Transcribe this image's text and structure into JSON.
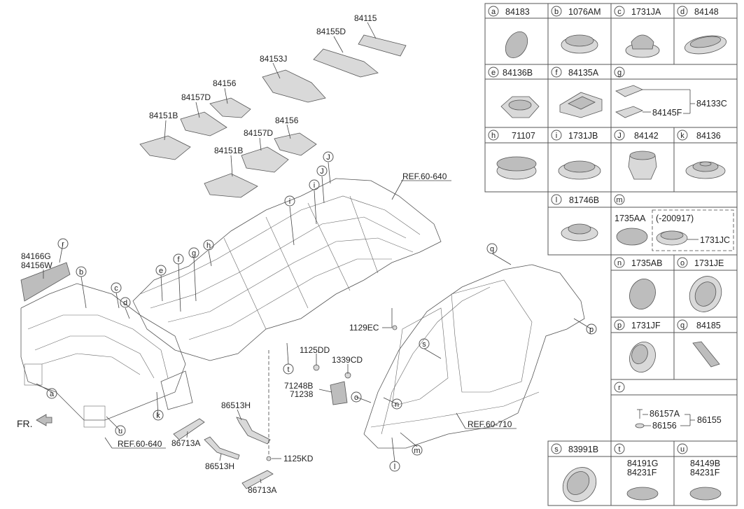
{
  "callout_parts": [
    {
      "id": "84115"
    },
    {
      "id": "84155D"
    },
    {
      "id": "84153J"
    },
    {
      "id": "84156"
    },
    {
      "id": "84157D"
    },
    {
      "id": "84151B"
    },
    {
      "id": "84156"
    },
    {
      "id": "84157D"
    },
    {
      "id": "84151B"
    },
    {
      "id": "84166G"
    },
    {
      "id": "84156W"
    },
    {
      "id": "1129EC"
    },
    {
      "id": "1125DD"
    },
    {
      "id": "1339CD"
    },
    {
      "id": "71248B"
    },
    {
      "id": "71238"
    },
    {
      "id": "86513H"
    },
    {
      "id": "86713A"
    },
    {
      "id": "86513H"
    },
    {
      "id": "1125KD"
    },
    {
      "id": "86713A"
    }
  ],
  "references": [
    "REF.60-640",
    "REF.60-640",
    "REF.60-710"
  ],
  "front_label": "FR.",
  "letters": [
    "r",
    "b",
    "c",
    "d",
    "e",
    "f",
    "g",
    "h",
    "i",
    "i",
    "J",
    "J",
    "q",
    "p",
    "s",
    "t",
    "o",
    "n",
    "m",
    "l",
    "a",
    "k",
    "u"
  ],
  "legend": [
    {
      "letter": "a",
      "part": "84183"
    },
    {
      "letter": "b",
      "part": "1076AM"
    },
    {
      "letter": "c",
      "part": "1731JA"
    },
    {
      "letter": "d",
      "part": "84148"
    },
    {
      "letter": "e",
      "part": "84136B"
    },
    {
      "letter": "f",
      "part": "84135A"
    },
    {
      "letter": "g",
      "part": "",
      "sub1": "84145F",
      "sub2": "84133C"
    },
    {
      "letter": "h",
      "part": "71107"
    },
    {
      "letter": "i",
      "part": "1731JB"
    },
    {
      "letter": "J",
      "part": "84142"
    },
    {
      "letter": "k",
      "part": "84136"
    },
    {
      "letter": "l",
      "part": "81746B"
    },
    {
      "letter": "m",
      "part": "",
      "sub1": "1735AA",
      "sub2": "(-200917)",
      "sub3": "1731JC"
    },
    {
      "letter": "n",
      "part": "1735AB"
    },
    {
      "letter": "o",
      "part": "1731JE"
    },
    {
      "letter": "p",
      "part": "1731JF"
    },
    {
      "letter": "q",
      "part": "84185"
    },
    {
      "letter": "r",
      "part": "",
      "sub1": "86157A",
      "sub2": "86156",
      "sub3": "86155"
    },
    {
      "letter": "s",
      "part": "83991B"
    },
    {
      "letter": "t",
      "part": "84191G",
      "part2": "84231F"
    },
    {
      "letter": "u",
      "part": "84149B",
      "part2": "84231F"
    }
  ]
}
